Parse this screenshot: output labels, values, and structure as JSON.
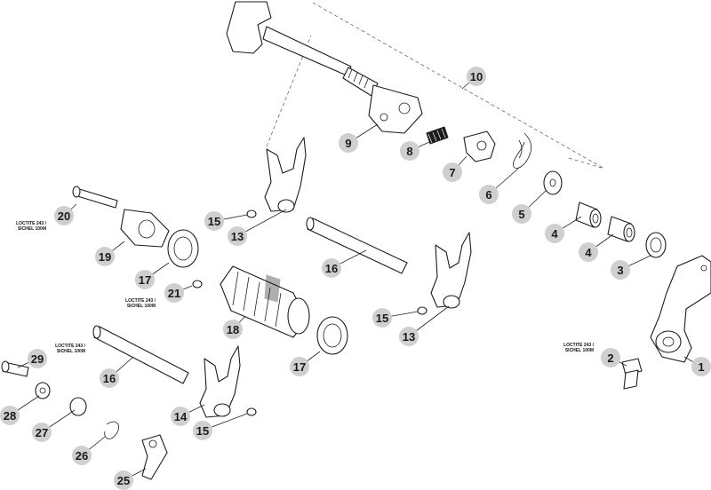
{
  "diagram": {
    "callouts": [
      "1",
      "2",
      "3",
      "4",
      "4",
      "5",
      "6",
      "7",
      "8",
      "9",
      "10",
      "13",
      "13",
      "14",
      "15",
      "15",
      "15",
      "16",
      "16",
      "17",
      "17",
      "18",
      "19",
      "20",
      "21",
      "25",
      "26",
      "27",
      "28",
      "29"
    ],
    "notes": [
      {
        "line1": "LOCTITE 243 /",
        "line2": "SICHEL 100M"
      },
      {
        "line1": "LOCTITE 243 /",
        "line2": "SICHEL 100M"
      },
      {
        "line1": "LOCTITE 243 /",
        "line2": "SICHEL 100M"
      },
      {
        "line1": "LOCTITE 243 /",
        "line2": "SICHEL 100M"
      }
    ]
  }
}
